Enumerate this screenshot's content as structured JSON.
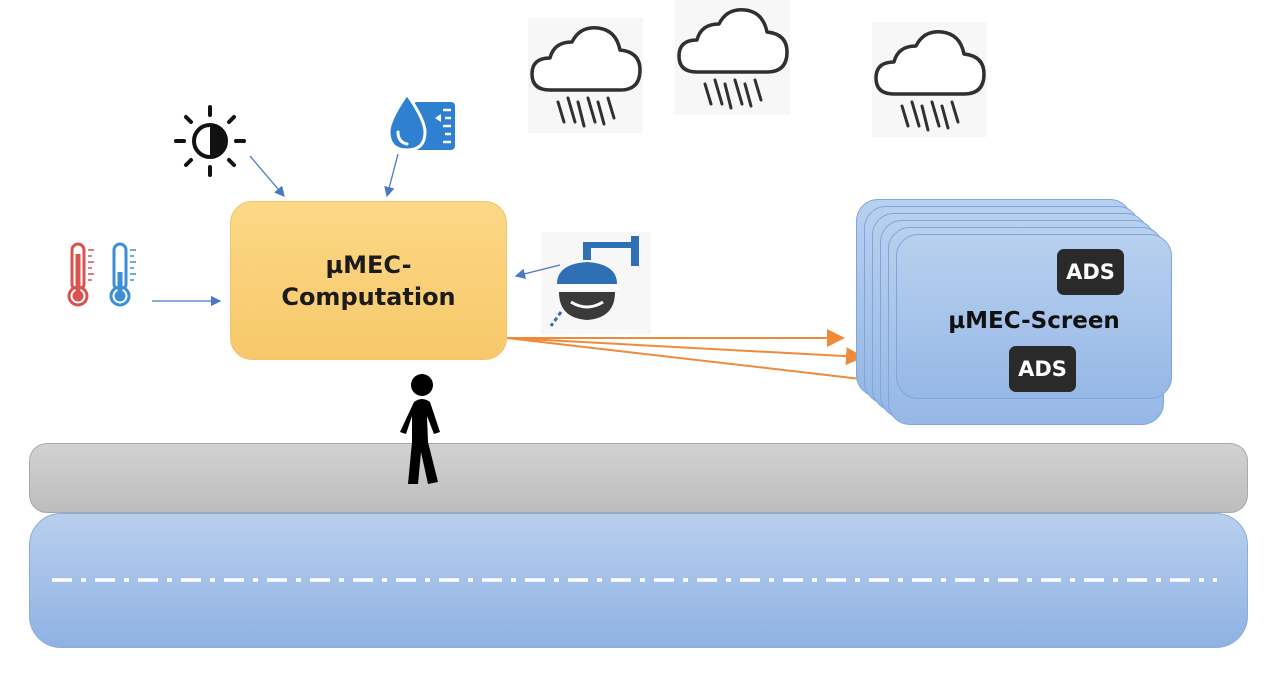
{
  "diagram": {
    "computation_label": "µMEC-\nComputation",
    "screen_label": "µMEC-Screen",
    "ads_badges": [
      "ADS",
      "ADS"
    ]
  },
  "icons": {
    "brightness": "brightness-icon",
    "humidity": "humidity-icon",
    "thermometers": "thermometer-icon",
    "camera": "security-camera-icon",
    "clouds": "rain-cloud-icon",
    "pedestrian": "pedestrian-icon"
  },
  "colors": {
    "computation_fill": "#f7c86a",
    "screen_fill": "#a8c4ec",
    "sensor_arrow": "#4a78c4",
    "output_arrow": "#ef8a3a",
    "road": "#9fbde7",
    "sidewalk": "#c8c8c8"
  }
}
